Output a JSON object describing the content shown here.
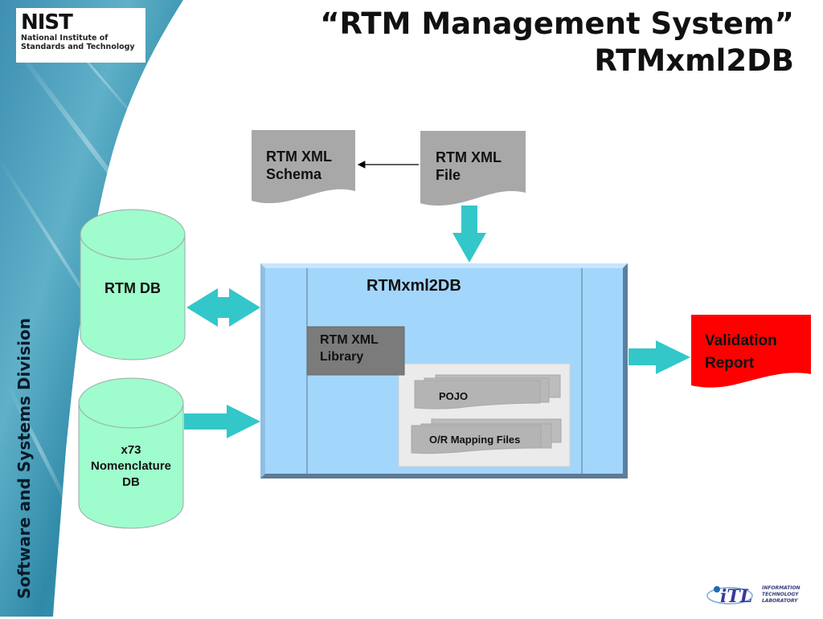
{
  "header": {
    "title_line1": "“RTM Management System”",
    "title_line2": "RTMxml2DB"
  },
  "logo": {
    "mark": "NIST",
    "subtitle_line1": "National Institute of",
    "subtitle_line2": "Standards and Technology"
  },
  "sidebar": {
    "division": "Software and Systems Division"
  },
  "footer_logo": {
    "mark": "iTL",
    "line1": "INFORMATION",
    "line2": "TECHNOLOGY",
    "line3": "LABORATORY"
  },
  "diagram": {
    "schema_doc": {
      "line1": "RTM XML",
      "line2": "Schema"
    },
    "file_doc": {
      "line1": "RTM XML",
      "line2": "File"
    },
    "main_box": {
      "title": "RTMxml2DB"
    },
    "library": {
      "line1": "RTM XML",
      "line2": "Library"
    },
    "pojo": {
      "label": "POJO"
    },
    "mapping": {
      "label": "O/R Mapping Files"
    },
    "rtm_db": {
      "label": "RTM DB"
    },
    "nomenclature_db": {
      "line1": "x73",
      "line2": "Nomenclature",
      "line3": "DB"
    },
    "report": {
      "line1": "Validation",
      "line2": "Report"
    },
    "colors": {
      "doc_gray": "#a8a8a8",
      "arrow_teal": "#33c7c9",
      "db_green": "#9ffccc",
      "main_blue": "#a3d6fb",
      "library_gray": "#7b7b7b",
      "report_red": "#ff0000",
      "sidebar_blue": "#3a92ad"
    }
  }
}
